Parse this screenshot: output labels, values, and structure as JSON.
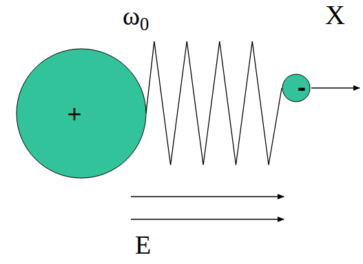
{
  "diagram": {
    "nodes": [
      {
        "text": [
          "+"
        ]
      },
      {
        "text": [
          "-"
        ]
      }
    ],
    "edges": [
      {
        "from": 0,
        "to": 1,
        "arrow": "none"
      }
    ],
    "labels": [
      "ω0",
      "X",
      "E"
    ]
  }
}
